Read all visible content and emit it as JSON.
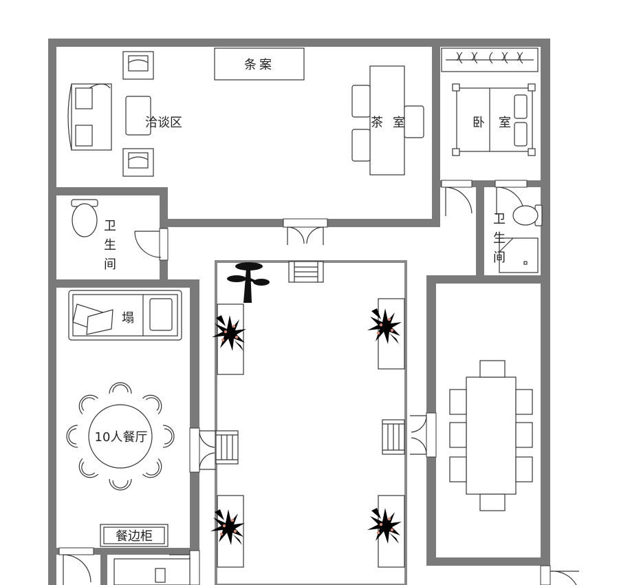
{
  "labels": {
    "tiaoan": "条案",
    "negotiation": "洽谈区",
    "tea_1": "茶",
    "tea_2": "室",
    "bedroom_1": "卧",
    "bedroom_2": "室",
    "wc_left_1": "卫",
    "wc_left_2": "生",
    "wc_left_3": "间",
    "wc_right_1": "卫",
    "wc_right_2": "生",
    "wc_right_3": "间",
    "ta_bed": "塌",
    "dining10": "10人餐厅",
    "sideboard": "餐边柜"
  },
  "colors": {
    "wall": "#7a7a7a",
    "line": "#333333",
    "plant": "#111111"
  }
}
